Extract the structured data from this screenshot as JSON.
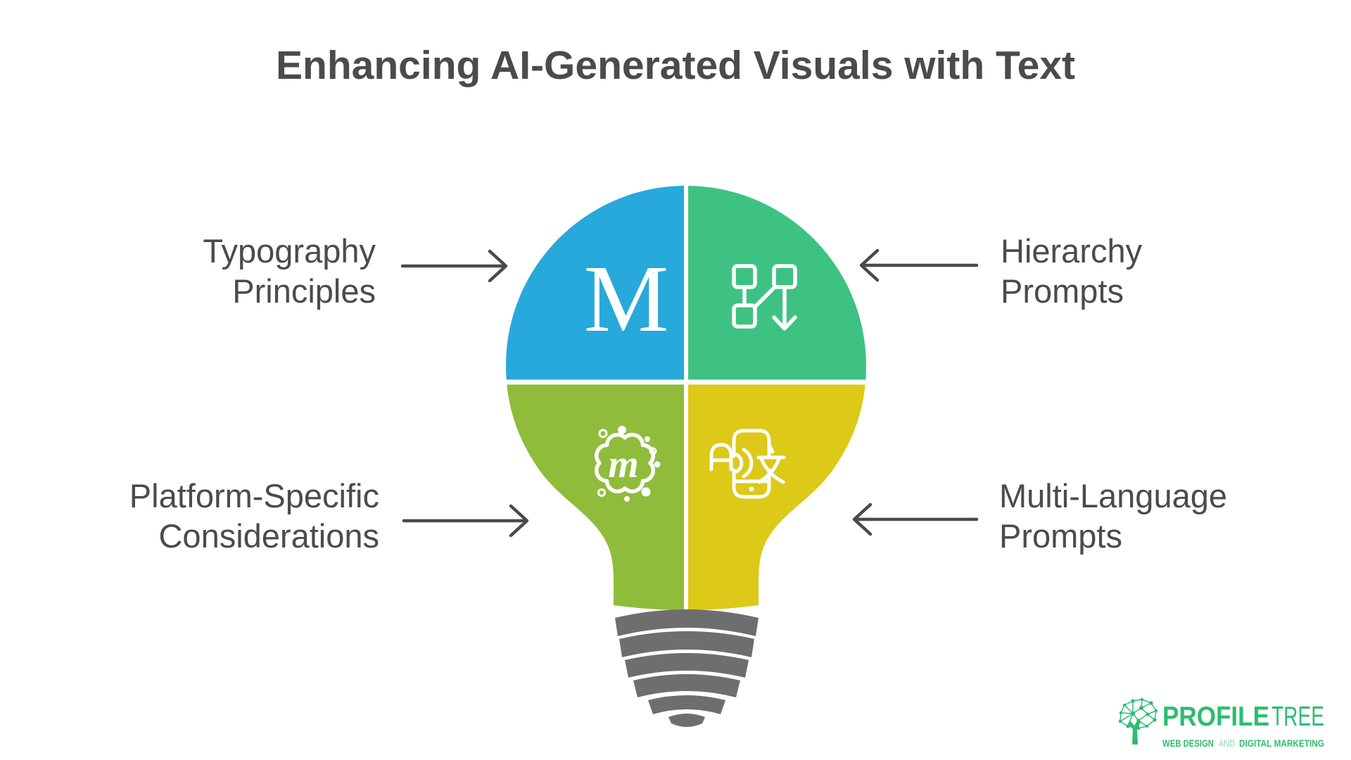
{
  "title": "Enhancing AI-Generated Visuals with Text",
  "text_color": "#4B4B4B",
  "arrow_color": "#4A4A4A",
  "background": "#FFFFFF",
  "labels": {
    "typography": {
      "line1": "Typography",
      "line2": "Principles"
    },
    "hierarchy": {
      "line1": "Hierarchy",
      "line2": "Prompts"
    },
    "platform": {
      "line1": "Platform-Specific",
      "line2": "Considerations"
    },
    "multilang": {
      "line1": "Multi-Language",
      "line2": "Prompts"
    }
  },
  "bulb": {
    "icon_color": "#FFFFFF",
    "base_color": "#6E6E6E",
    "segments": [
      {
        "name": "Typography Principles",
        "position": "top-left",
        "color": "#27A9DB",
        "icon": "serif-letter-m-icon"
      },
      {
        "name": "Hierarchy Prompts",
        "position": "top-right",
        "color": "#3EC283",
        "icon": "flowchart-arrow-icon"
      },
      {
        "name": "Platform-Specific Considerations",
        "position": "bottom-left",
        "color": "#90BC3C",
        "icon": "meetup-blob-m-icon"
      },
      {
        "name": "Multi-Language Prompts",
        "position": "bottom-right",
        "color": "#DCC918",
        "icon": "phone-translate-icon"
      }
    ],
    "glyphs": {
      "serif_m": "M",
      "meetup_m": "m",
      "translate_a": "A"
    }
  },
  "logo": {
    "color": "#2BBE70",
    "and_color": "#8CD9B1",
    "brand_bold": "PROFILE",
    "brand_light": "TREE",
    "tagline_web": "WEB DESIGN",
    "tagline_and": "AND",
    "tagline_marketing": "DIGITAL MARKETING"
  }
}
